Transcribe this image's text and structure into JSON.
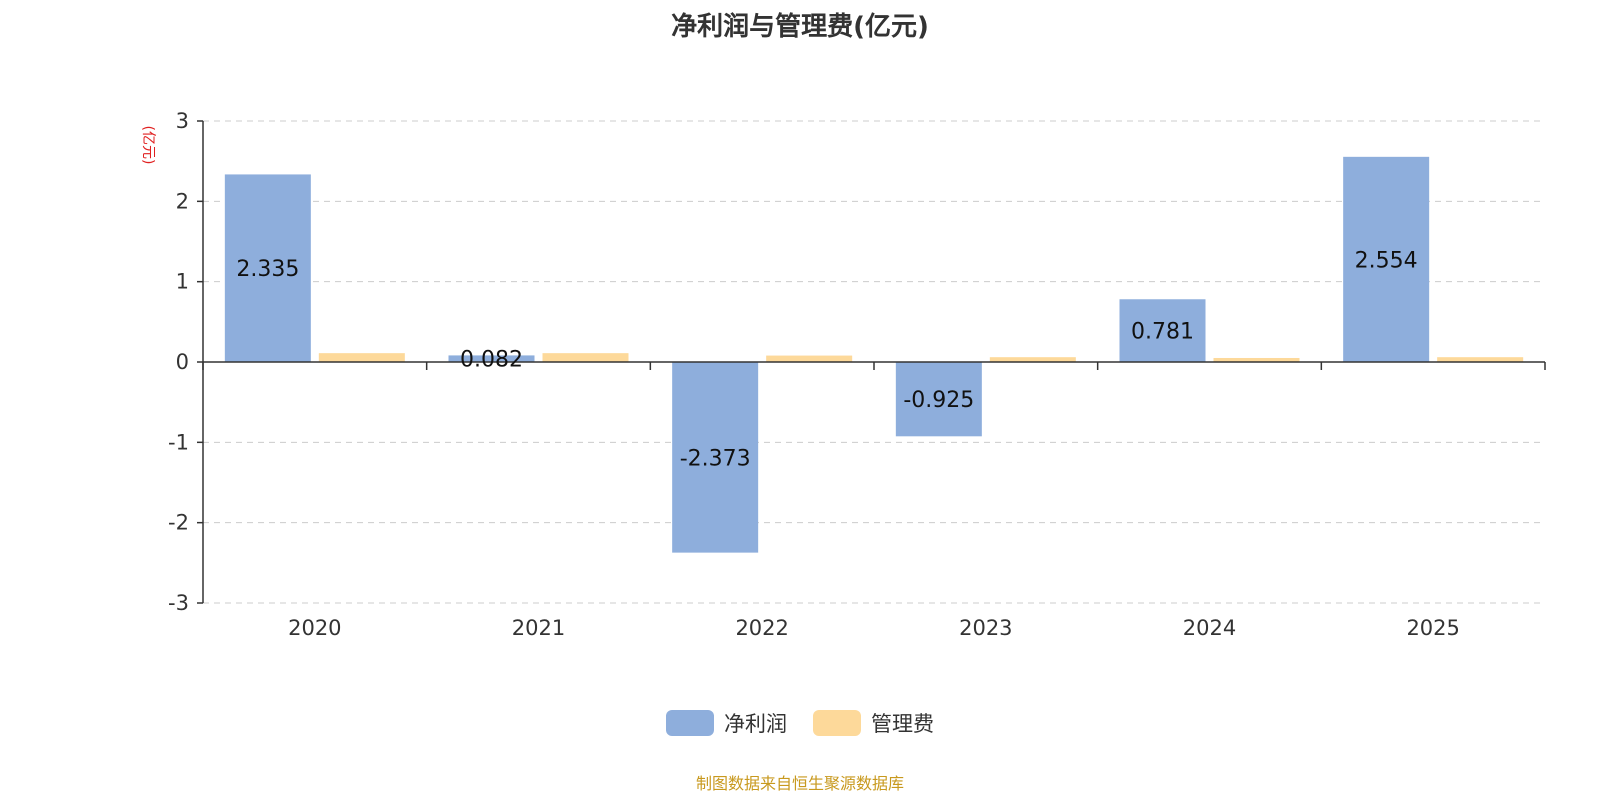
{
  "chart_data": {
    "type": "bar",
    "title": "净利润与管理费(亿元)",
    "ylabel": "(亿元)",
    "categories": [
      "2020",
      "2021",
      "2022",
      "2023",
      "2024",
      "2025"
    ],
    "series": [
      {
        "name": "净利润",
        "values": [
          2.335,
          0.082,
          -2.373,
          -0.925,
          0.781,
          2.554
        ],
        "color": "#8eaedc"
      },
      {
        "name": "管理费",
        "values": [
          0.11,
          0.11,
          0.08,
          0.06,
          0.05,
          0.06
        ],
        "color": "#fdd99a"
      }
    ],
    "data_labels": [
      "2.335",
      "0.082",
      "-2.373",
      "-0.925",
      "0.781",
      "2.554"
    ],
    "ylim": [
      -3,
      3
    ],
    "yticks": [
      "3",
      "2",
      "1",
      "0",
      "-1",
      "-2",
      "-3"
    ],
    "grid": true,
    "legend_position": "bottom-center"
  },
  "footer": {
    "source": "制图数据来自恒生聚源数据库"
  },
  "colors": {
    "title": "#333333",
    "ylabel": "#e02020",
    "footer": "#c8991e",
    "grid": "#cccccc"
  }
}
